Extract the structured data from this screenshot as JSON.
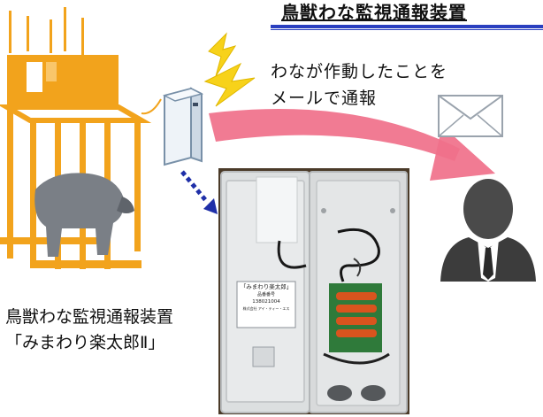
{
  "title": "鳥獣わな監視通報装置",
  "notification": {
    "line1": "わなが作動したことを",
    "line2": "メールで通報"
  },
  "device_label": {
    "line1": "鳥獣わな監視通報装置",
    "line2": "「みまわり楽太郎Ⅱ」"
  },
  "device_panel": {
    "line1": "「みまわり楽太郎」",
    "line2": "品番番号",
    "line3": "138021004",
    "line4": "株式会社  アイ・ティー・エス"
  },
  "colors": {
    "trap_orange": "#f2a31c",
    "signal_yellow": "#f7d21a",
    "arrow_pink": "#f0708a",
    "title_underline": "#2a3fbf",
    "person_dark": "#4a4a4a"
  },
  "icons": [
    "trap-cage-icon",
    "animal-boar-icon",
    "transmitter-box-icon",
    "lightning-signal-icon",
    "envelope-icon",
    "person-icon",
    "dotted-arrow-icon",
    "pink-arrow-icon"
  ]
}
